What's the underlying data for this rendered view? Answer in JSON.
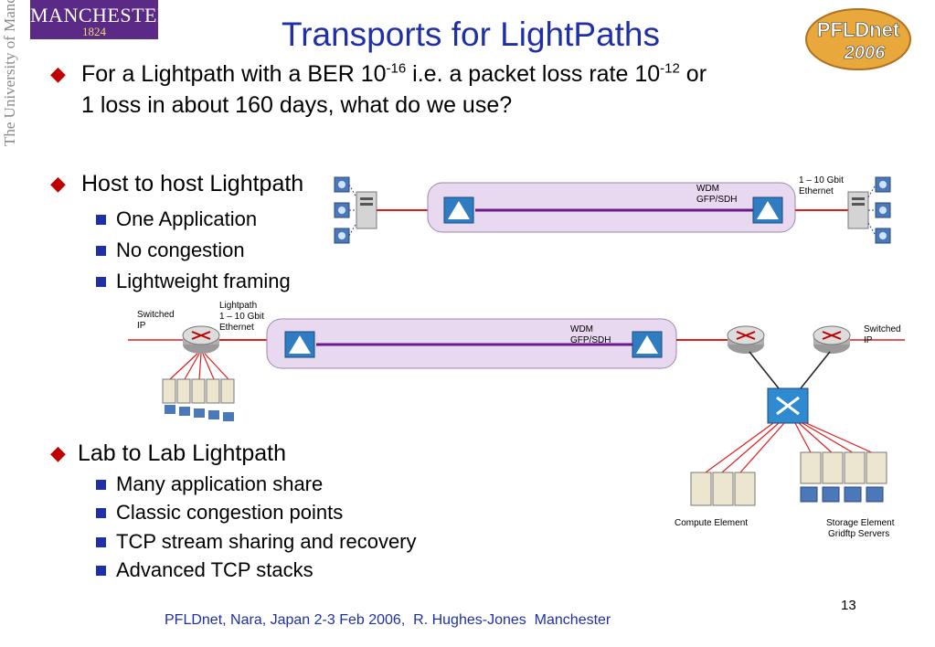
{
  "logo": {
    "name": "MANCHESTER",
    "year": "1824",
    "vertical": "The University of Manchester"
  },
  "badge": {
    "line1": "PFLDnet",
    "line2": "2006"
  },
  "title": "Transports for LightPaths",
  "bullet1": {
    "p1": "For a Lightpath with a BER 10",
    "sup1": "-16",
    "p2": " i.e. a packet loss rate 10",
    "sup2": "-12",
    "p3": " or",
    "line2": "1 loss in about 160 days, what do we use?"
  },
  "bullet2": {
    "label": "Host to host Lightpath",
    "subs": [
      "One Application",
      "No congestion",
      "Lightweight framing"
    ]
  },
  "bullet3": {
    "label": "Lab to Lab Lightpath",
    "subs": [
      "Many application share",
      "Classic congestion points",
      "TCP stream sharing and recovery",
      "Advanced TCP stacks"
    ]
  },
  "diagram1": {
    "wdm": "WDM",
    "gfp": "GFP/SDH",
    "eth1": "1 – 10 Gbit",
    "eth2": "Ethernet"
  },
  "diagram2": {
    "switched1": "Switched",
    "ip1": "IP",
    "lp1": "Lightpath",
    "lp2": "1 – 10 Gbit",
    "lp3": "Ethernet",
    "wdm": "WDM",
    "gfp": "GFP/SDH",
    "switched2": "Switched",
    "ip2": "IP",
    "compute": "Compute Element",
    "storage1": "Storage Element",
    "storage2": "Gridftp Servers"
  },
  "footer": "PFLDnet, Nara, Japan 2-3 Feb 2006,  R. Hughes-Jones  Manchester",
  "page": "13",
  "colors": {
    "title": "#1f2fa8",
    "bullet": "#c00000",
    "sub_bullet": "#1f2fa8",
    "tube": "#e8d8f0",
    "link": "#e21b1b"
  }
}
